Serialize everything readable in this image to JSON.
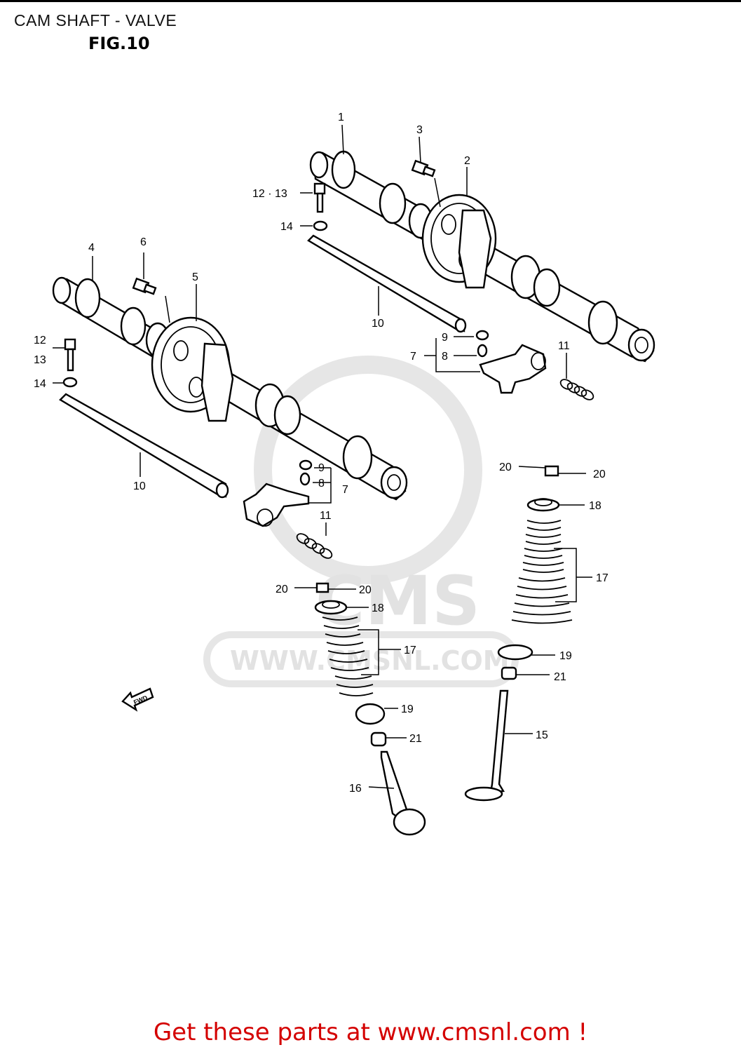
{
  "page": {
    "title": "CAM SHAFT - VALVE",
    "figure": "FIG.10",
    "footer": "Get these parts at www.cmsnl.com !"
  },
  "watermark": {
    "brand": "CMS",
    "url": "WWW.CMSNL.COM"
  },
  "callouts": {
    "c1": "1",
    "c2": "2",
    "c3": "3",
    "c4": "4",
    "c5": "5",
    "c6": "6",
    "c7a": "7",
    "c7b": "7",
    "c8a": "8",
    "c8b": "8",
    "c9a": "9",
    "c9b": "9",
    "c10a": "10",
    "c10b": "10",
    "c11a": "11",
    "c11b": "11",
    "c12_13a": "12 · 13",
    "c12b": "12",
    "c13b": "13",
    "c14a": "14",
    "c14b": "14",
    "c15": "15",
    "c16": "16",
    "c17a": "17",
    "c17b": "17",
    "c18a": "18",
    "c18b": "18",
    "c19a": "19",
    "c19b": "19",
    "c20a": "20",
    "c20b": "20",
    "c20c": "20",
    "c20d": "20",
    "c21a": "21",
    "c21b": "21"
  },
  "fwd_label": "FWD",
  "colors": {
    "footer": "#d40000",
    "watermark": "#e2e2e2",
    "lines": "#000000"
  }
}
